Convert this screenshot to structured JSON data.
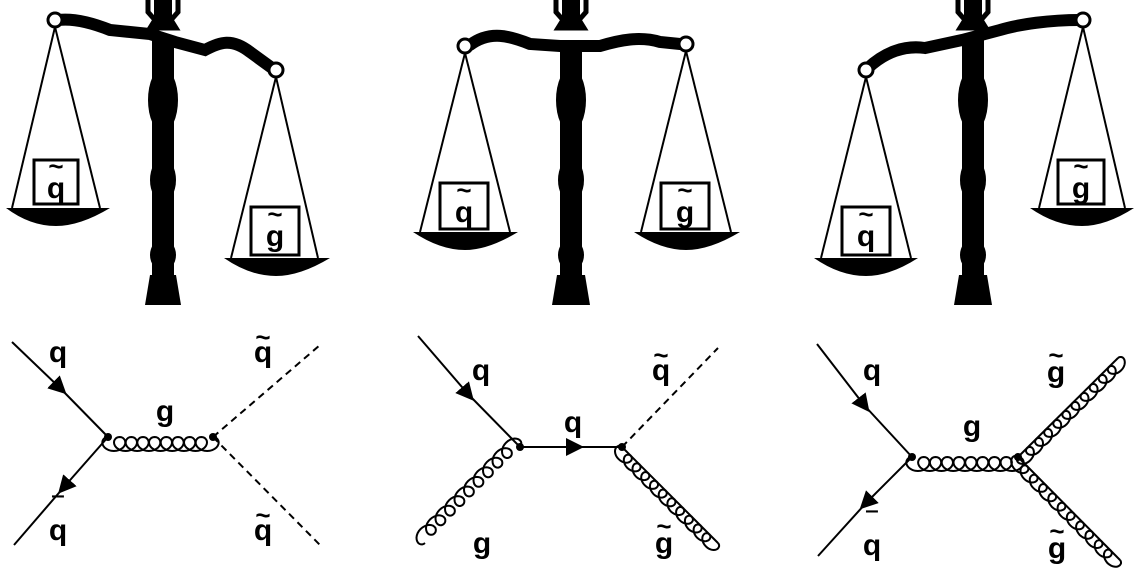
{
  "scales": [
    {
      "id": "scale-1",
      "tilt": "right-heavy",
      "left_pan_label": "q",
      "right_pan_label": "g",
      "left_tilde": "~",
      "right_tilde": "~"
    },
    {
      "id": "scale-2",
      "tilt": "balanced",
      "left_pan_label": "q",
      "right_pan_label": "g",
      "left_tilde": "~",
      "right_tilde": "~"
    },
    {
      "id": "scale-3",
      "tilt": "left-heavy",
      "left_pan_label": "q",
      "right_pan_label": "g",
      "left_tilde": "~",
      "right_tilde": "~"
    }
  ],
  "diagrams": [
    {
      "id": "diagram-qqbar-to-squarks",
      "labels": {
        "in_top": "q",
        "in_bottom": "q",
        "in_bottom_bar": "‾",
        "propagator": "g",
        "out_top": "q",
        "out_bottom": "q",
        "tilde": "~"
      }
    },
    {
      "id": "diagram-qg-to-squark-gluino",
      "labels": {
        "in_top": "q",
        "in_bottom": "g",
        "propagator": "q",
        "out_top": "q",
        "out_bottom": "g",
        "tilde": "~"
      }
    },
    {
      "id": "diagram-qqbar-to-gluinos",
      "labels": {
        "in_top": "q",
        "in_bottom": "q",
        "in_bottom_bar": "‾",
        "propagator": "g",
        "out_top": "g",
        "out_bottom": "g",
        "tilde": "~"
      }
    }
  ]
}
